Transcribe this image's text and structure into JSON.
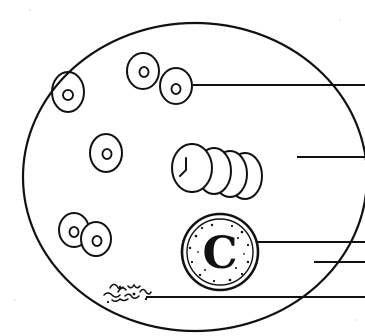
{
  "diagram": {
    "background_color": "#ffffff",
    "ink_color": "#111111",
    "nucleus_letter": "C",
    "label_lines": 5,
    "structures": [
      "field-of-view",
      "red-blood-cells",
      "stacked-red-blood-cells",
      "white-blood-cell",
      "platelets"
    ]
  }
}
